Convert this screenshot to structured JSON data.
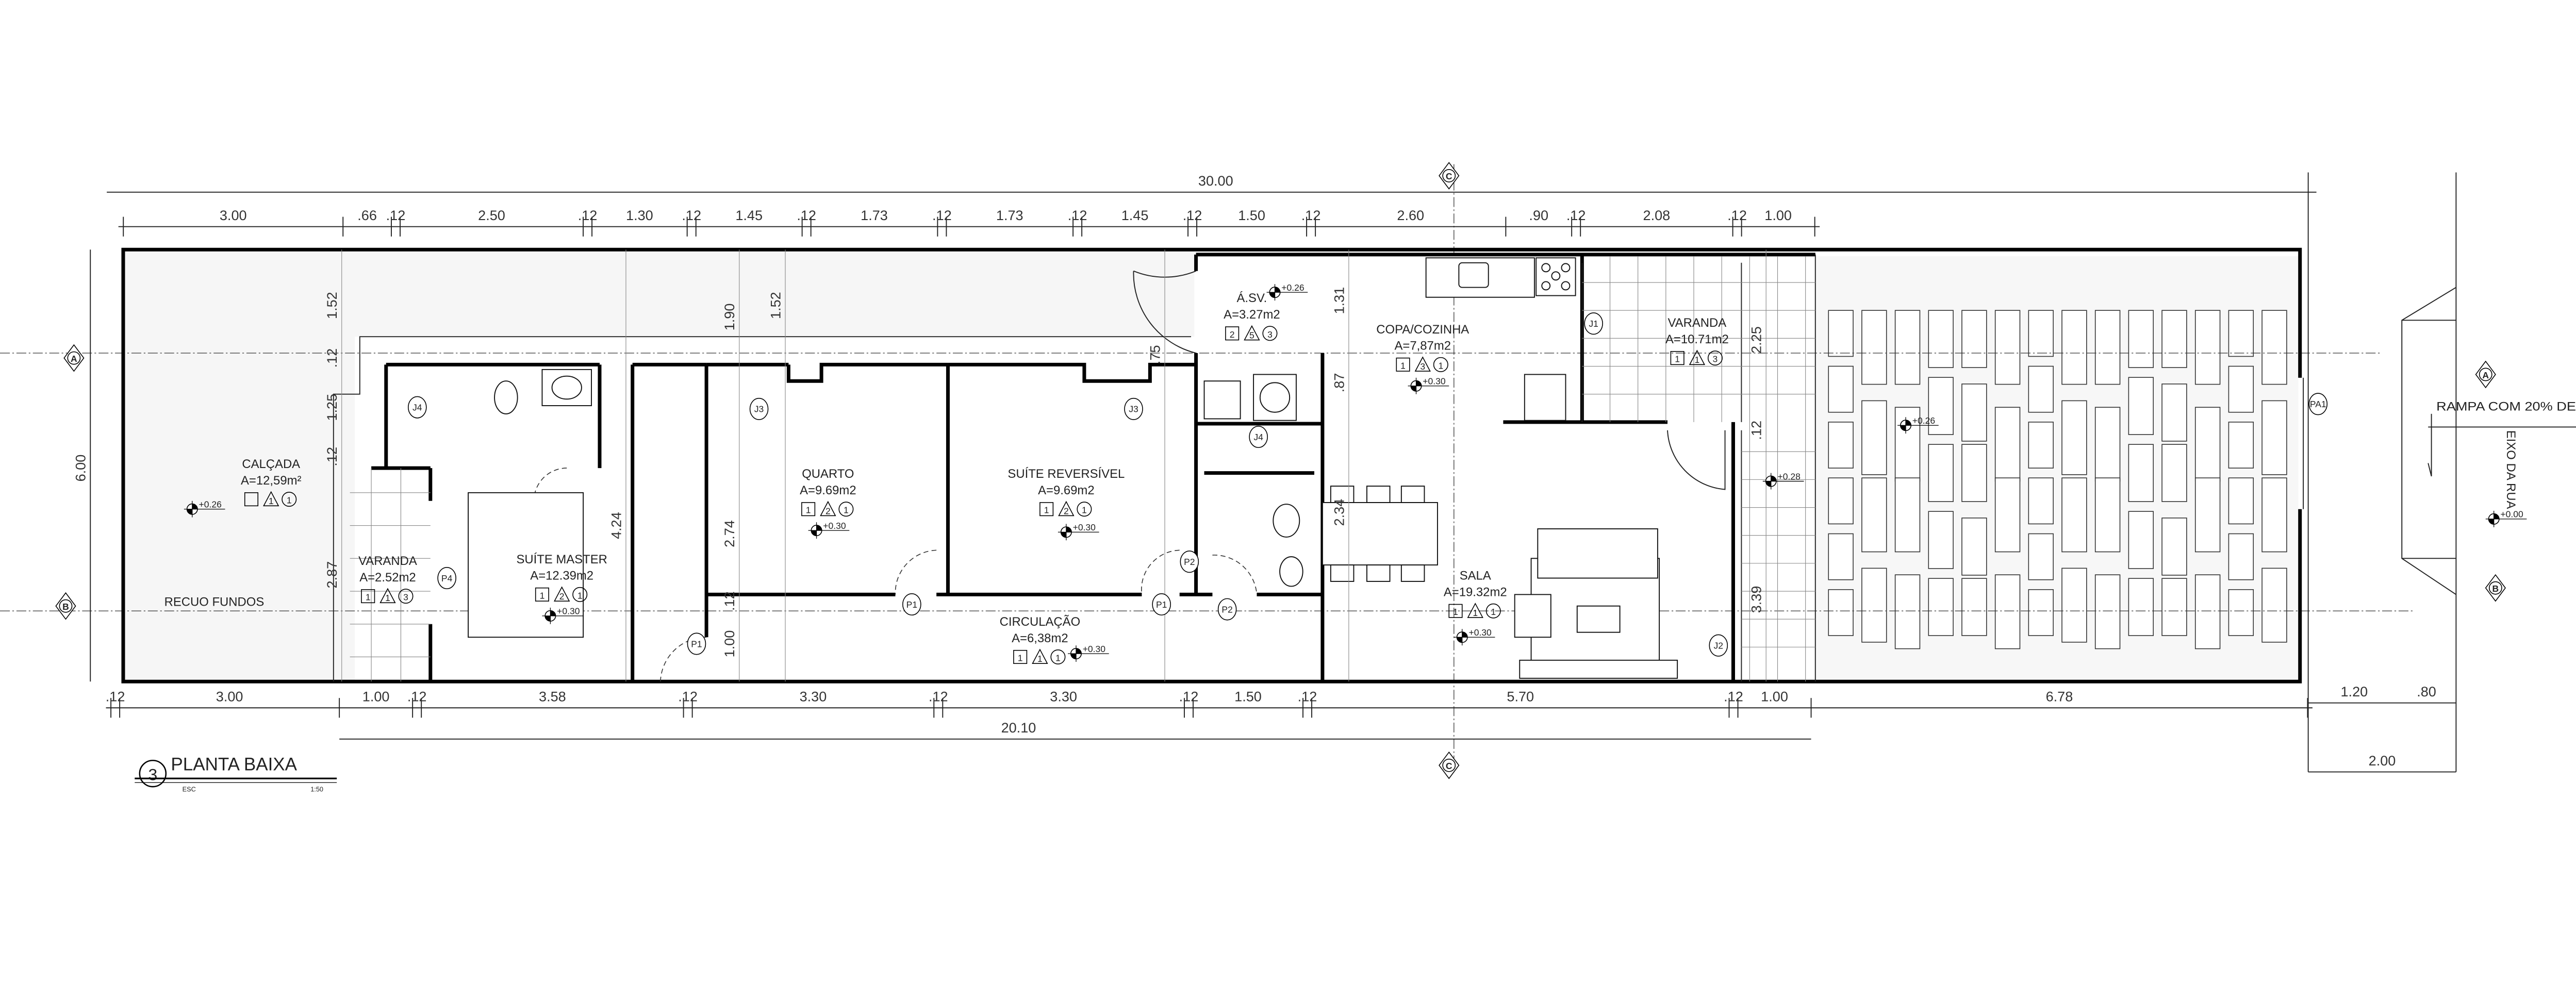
{
  "title": {
    "number": "3",
    "name": "PLANTA BAIXA",
    "scale_label": "ESC",
    "scale": "1:50"
  },
  "dimensions": {
    "overall": "30.00",
    "top_row": [
      {
        "label": "3.00",
        "m": 3.0
      },
      {
        "label": ".66",
        "m": 0.66
      },
      {
        "label": ".12",
        "m": 0.12
      },
      {
        "label": "2.50",
        "m": 2.5
      },
      {
        "label": ".12",
        "m": 0.12
      },
      {
        "label": "1.30",
        "m": 1.3
      },
      {
        "label": ".12",
        "m": 0.12
      },
      {
        "label": "1.45",
        "m": 1.45
      },
      {
        "label": ".12",
        "m": 0.12
      },
      {
        "label": "1.73",
        "m": 1.73
      },
      {
        "label": ".12",
        "m": 0.12
      },
      {
        "label": "1.73",
        "m": 1.73
      },
      {
        "label": ".12",
        "m": 0.12
      },
      {
        "label": "1.45",
        "m": 1.45
      },
      {
        "label": ".12",
        "m": 0.12
      },
      {
        "label": "1.50",
        "m": 1.5
      },
      {
        "label": ".12",
        "m": 0.12
      },
      {
        "label": "2.60",
        "m": 2.6
      },
      {
        "label": ".90",
        "m": 0.9
      },
      {
        "label": ".12",
        "m": 0.12
      },
      {
        "label": "2.08",
        "m": 2.08
      },
      {
        "label": ".12",
        "m": 0.12
      },
      {
        "label": "1.00",
        "m": 1.0
      }
    ],
    "bottom_row": [
      {
        "label": ".12",
        "m": 0.12
      },
      {
        "label": "3.00",
        "m": 3.0
      },
      {
        "label": "1.00",
        "m": 1.0
      },
      {
        "label": ".12",
        "m": 0.12
      },
      {
        "label": "3.58",
        "m": 3.58
      },
      {
        "label": ".12",
        "m": 0.12
      },
      {
        "label": "3.30",
        "m": 3.3
      },
      {
        "label": ".12",
        "m": 0.12
      },
      {
        "label": "3.30",
        "m": 3.3
      },
      {
        "label": ".12",
        "m": 0.12
      },
      {
        "label": "1.50",
        "m": 1.5
      },
      {
        "label": ".12",
        "m": 0.12
      },
      {
        "label": "5.70",
        "m": 5.7
      },
      {
        "label": ".12",
        "m": 0.12
      },
      {
        "label": "1.00",
        "m": 1.0
      },
      {
        "label": "6.78",
        "m": 6.78
      }
    ],
    "subtotal": "20.10",
    "right_top": [
      "1.20",
      ".80"
    ],
    "right_bottom": "2.00",
    "left_total": "6.00",
    "vertical": [
      "1.52",
      ".12",
      "1.25",
      ".12",
      "2.87",
      "1.90",
      "2.74",
      ".12",
      "1.00",
      "1.52",
      "4.24",
      ".75",
      "1.31",
      ".87",
      "2.34",
      "2.25",
      ".12",
      "3.39"
    ]
  },
  "rooms": [
    {
      "name": "CALÇADA",
      "area": "A=12,59m²",
      "codes": [
        "",
        "1",
        "1"
      ],
      "level": "+0.26"
    },
    {
      "name": "VARANDA",
      "area": "A=2.52m2",
      "codes": [
        "1",
        "1",
        "3"
      ]
    },
    {
      "name": "SUÍTE MASTER",
      "area": "A=12.39m2",
      "codes": [
        "1",
        "2",
        "1"
      ],
      "level": "+0.30"
    },
    {
      "name": "QUARTO",
      "area": "A=9.69m2",
      "codes": [
        "1",
        "2",
        "1"
      ],
      "level": "+0.30"
    },
    {
      "name": "SUÍTE REVERSÍVEL",
      "area": "A=9.69m2",
      "codes": [
        "1",
        "2",
        "1"
      ],
      "level": "+0.30"
    },
    {
      "name": "CIRCULAÇÃO",
      "area": "A=6,38m2",
      "codes": [
        "1",
        "1",
        "1"
      ],
      "level": "+0.30"
    },
    {
      "name": "Á.SV.",
      "area": "A=3.27m2",
      "codes": [
        "2",
        "5",
        "3"
      ],
      "level": "+0.26"
    },
    {
      "name": "COPA/COZINHA",
      "area": "A=7,87m2",
      "codes": [
        "1",
        "3",
        "1"
      ],
      "level": "+0.30"
    },
    {
      "name": "SALA",
      "area": "A=19.32m2",
      "codes": [
        "1",
        "1",
        "1"
      ],
      "level": "+0.30"
    },
    {
      "name": "VARANDA",
      "area": "A=10.71m2",
      "codes": [
        "1",
        "1",
        "3"
      ]
    }
  ],
  "levels": {
    "varanda_front": "+0.28",
    "garage": "+0.26",
    "street": "+0.00"
  },
  "tags": [
    "J4",
    "P4",
    "P1",
    "J3",
    "P1",
    "J3",
    "P2",
    "P1",
    "P2",
    "J4",
    "J1",
    "J2",
    "PA1"
  ],
  "sections": {
    "a": "A",
    "b": "B",
    "c": "C"
  },
  "annotations": {
    "recuo": "RECUO FUNDOS",
    "rampa": "RAMPA COM 20% DE",
    "eixo": "EIXO DA RUA"
  }
}
